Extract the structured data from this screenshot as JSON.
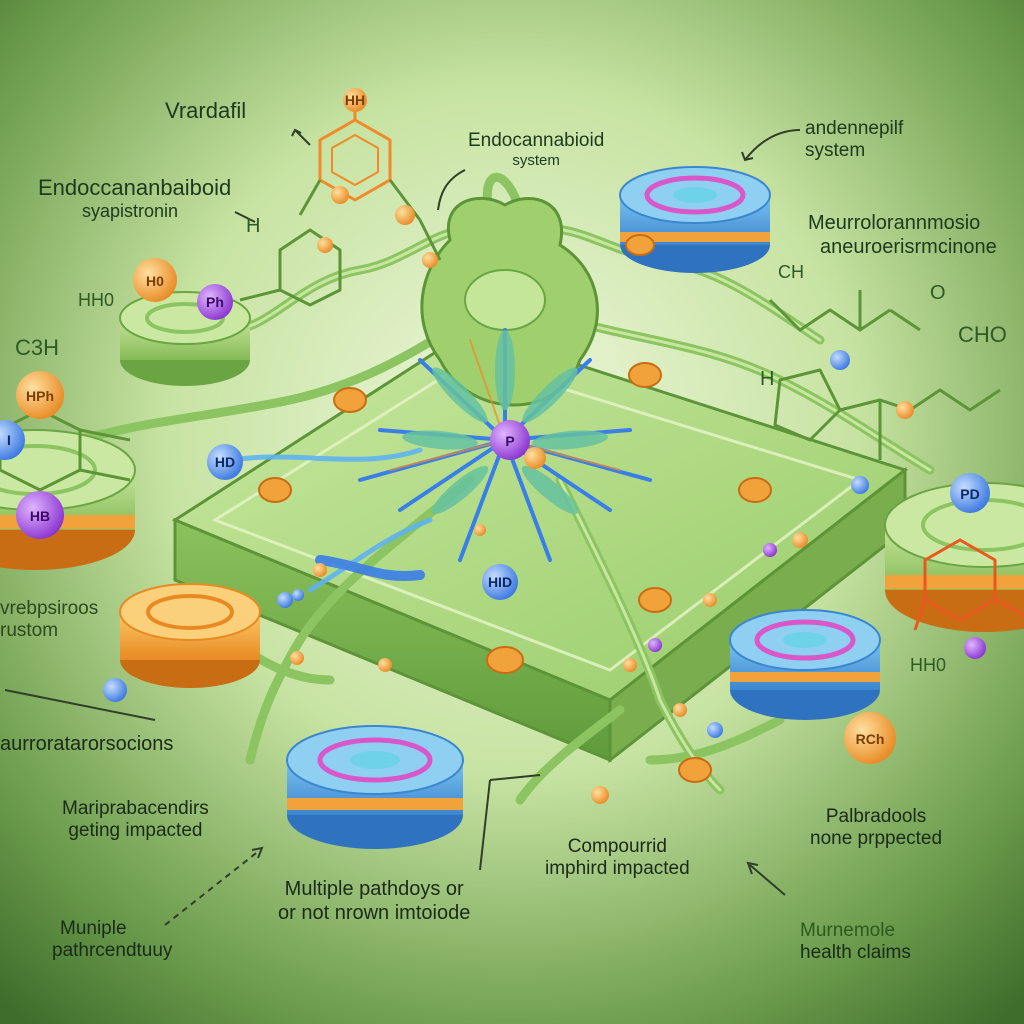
{
  "labels": {
    "vardafil": "Vrardafil",
    "endo_top": [
      "Endocannabioid",
      "system"
    ],
    "endo_left": [
      "Endoccananbaiboid",
      "syapistronin"
    ],
    "top_right": [
      "andennepilf",
      "system"
    ],
    "right_mid": [
      "Meurrolorannmosio",
      "aneuroerisrmcinone"
    ],
    "left_mid": [
      "vrebpsiroos",
      "rustom"
    ],
    "left_low": "aurroratarorsocions",
    "bottom_left": [
      "Mariprabacendirs",
      "geting impacted"
    ],
    "bottom_left_corner": [
      "Muniple",
      "pathrcendtuuy"
    ],
    "bottom_center": [
      "Multiple pathdoys or",
      "or not nrown imtoiode"
    ],
    "compound": [
      "Compourrid",
      "imphird impacted"
    ],
    "right_low": [
      "Palbradools",
      "none prppected"
    ],
    "bottom_right": [
      "Murnemole",
      "health claims"
    ]
  },
  "chem_labels": {
    "c3h": "C3H",
    "hh0_left": "HH0",
    "h_top": "H",
    "ch": "CH",
    "cho": "CHO",
    "o": "O",
    "hh0_right": "HH0",
    "h_right": "H"
  },
  "atoms": {
    "hh": "HH",
    "hph": "HPh",
    "hb": "HB",
    "h0": "H0",
    "hd": "HD",
    "hid": "HID",
    "p": "P",
    "ph": "Ph",
    "pd": "PD",
    "rch": "RCh",
    "i": "I"
  },
  "colors": {
    "bg_center": "#e8f4d0",
    "bg_edge": "#3e6d2c",
    "receptor_green": "#a9d67a",
    "receptor_orange": "#f4a940",
    "receptor_blue": "#5aa9e6",
    "ring_magenta": "#d957c8",
    "atom_orange": "#f2a23a",
    "atom_purple": "#a24be0",
    "atom_blue": "#4a8ee8",
    "bond_green": "#8bc460",
    "bond_orange": "#f08a2a",
    "flower_blue": "#3a7ee8"
  }
}
